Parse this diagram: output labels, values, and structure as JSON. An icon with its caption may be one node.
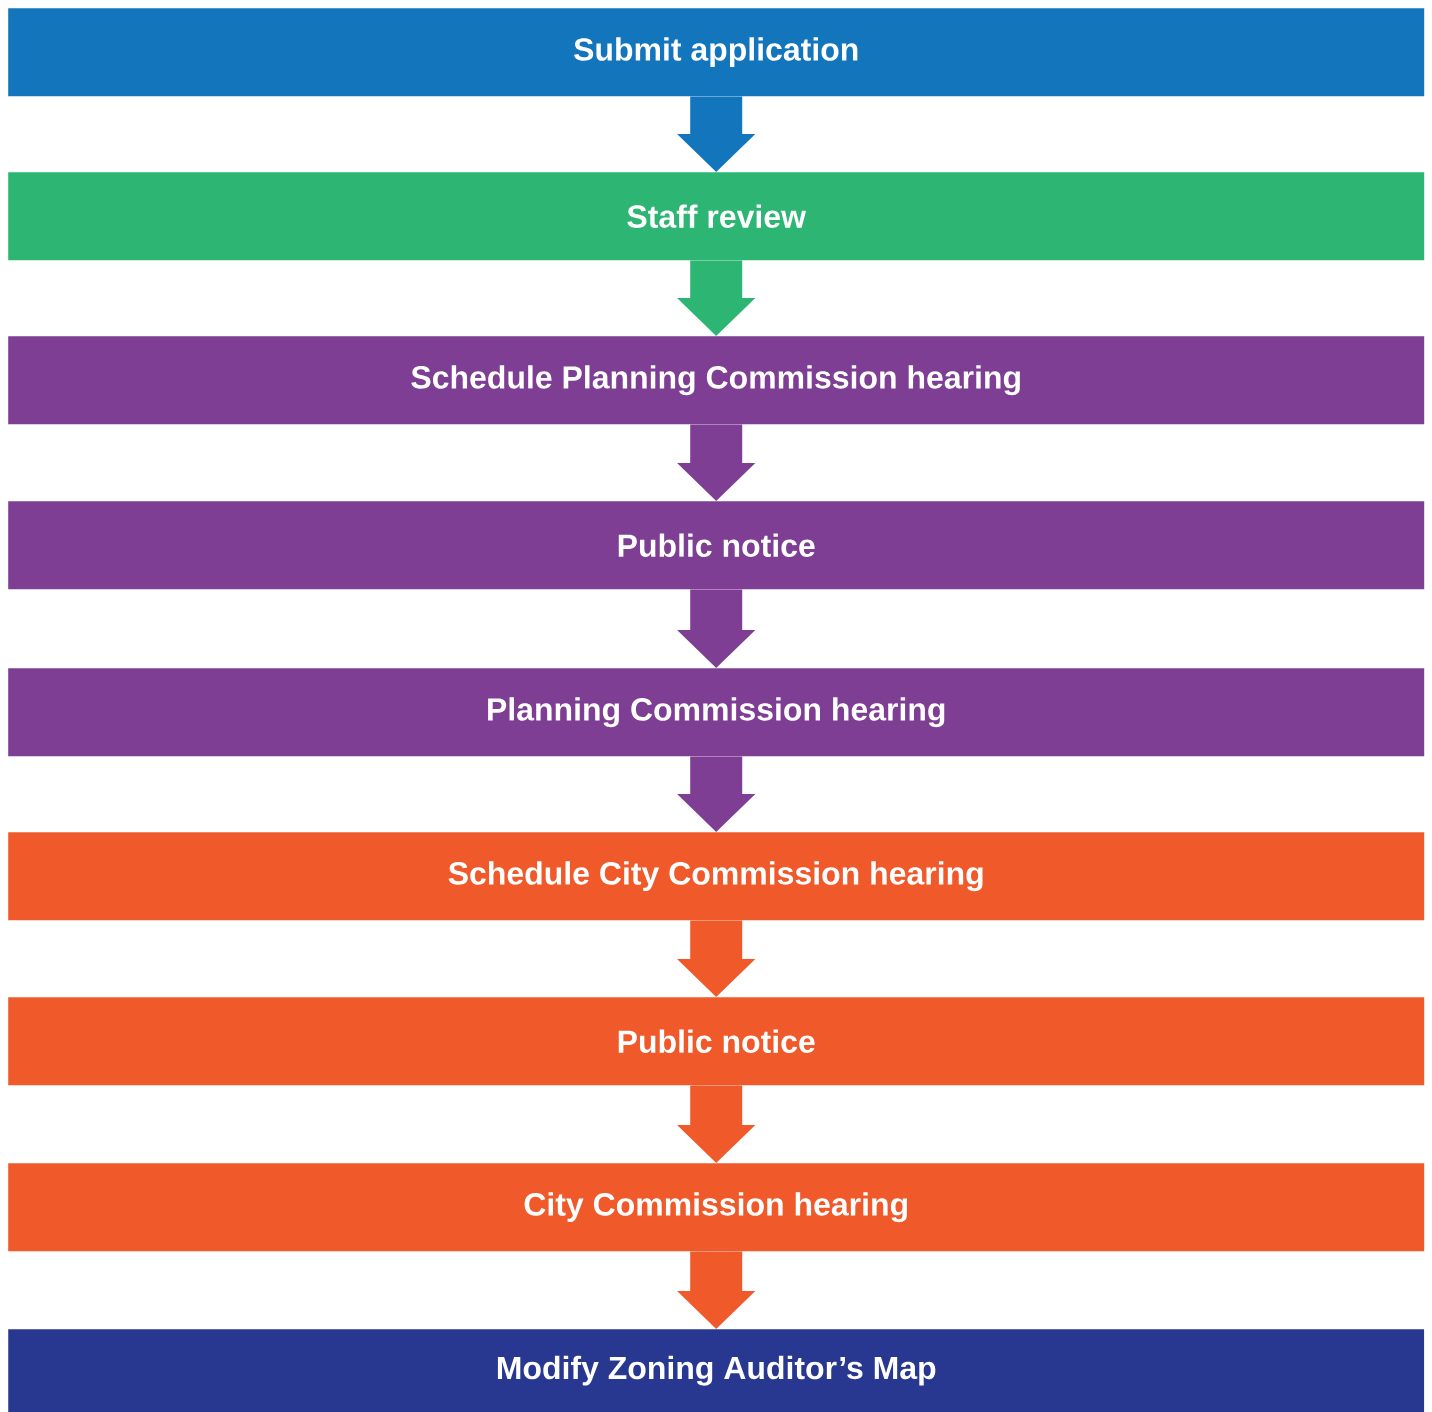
{
  "diagram": {
    "nodes": [
      {
        "text": [
          "Submit application"
        ]
      },
      {
        "text": [
          "Staff review"
        ]
      },
      {
        "text": [
          "Schedule Planning Commission hearing"
        ]
      },
      {
        "text": [
          "Public notice"
        ]
      },
      {
        "text": [
          "Planning Commission hearing"
        ]
      },
      {
        "text": [
          "Schedule City Commission hearing"
        ]
      },
      {
        "text": [
          "Public notice"
        ]
      },
      {
        "text": [
          "City Commission hearing"
        ]
      },
      {
        "text": [
          "Modify Zoning Auditor’s Map"
        ]
      }
    ],
    "edges": [
      {
        "from": 0,
        "to": 1,
        "arrow": "to",
        "color": "#1375bc"
      },
      {
        "from": 1,
        "to": 2,
        "arrow": "to",
        "color": "#2db673"
      },
      {
        "from": 2,
        "to": 3,
        "arrow": "to",
        "color": "#7d3e93"
      },
      {
        "from": 3,
        "to": 4,
        "arrow": "to",
        "color": "#7d3e93"
      },
      {
        "from": 4,
        "to": 5,
        "arrow": "to",
        "color": "#7d3e93"
      },
      {
        "from": 5,
        "to": 6,
        "arrow": "to",
        "color": "#f05a2b"
      },
      {
        "from": 6,
        "to": 7,
        "arrow": "to",
        "color": "#f05a2b"
      },
      {
        "from": 7,
        "to": 8,
        "arrow": "to",
        "color": "#f05a2b"
      }
    ]
  }
}
